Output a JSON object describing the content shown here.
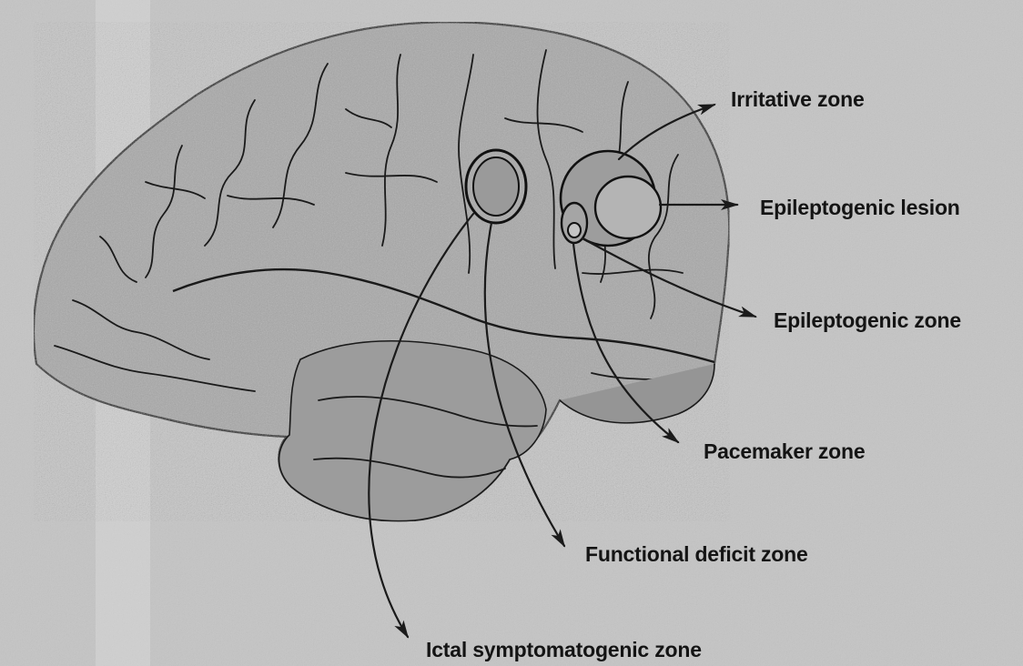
{
  "diagram": {
    "subject": "lateral view of the brain with cortical zones",
    "labels": {
      "irritative_zone": "Irritative zone",
      "epileptogenic_lesion": "Epileptogenic lesion",
      "epileptogenic_zone": "Epileptogenic zone",
      "pacemaker_zone": "Pacemaker zone",
      "functional_deficit_zone": "Functional deficit zone",
      "ictal_symptomatogenic_zone": "Ictal symptomatogenic zone"
    },
    "colors": {
      "background": "#cbcbcb",
      "brain_fill": "#a9a9a9",
      "outline": "#1a1a1a",
      "label_text": "#141414"
    }
  }
}
